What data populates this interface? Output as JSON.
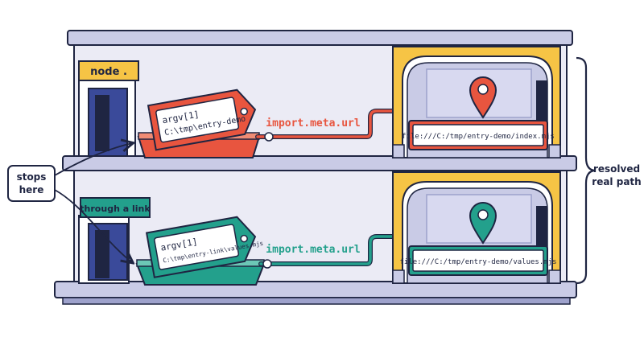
{
  "colors": {
    "outline": "#1f2542",
    "wall": "#ebebf5",
    "slab": "#c9cbe6",
    "slab_dark": "#9ea2cc",
    "accent_red": "#e8553f",
    "accent_teal": "#23a08c",
    "label_yellow": "#f6c445",
    "arch_yellow": "#f6c445",
    "door_blue": "#3a4a9a"
  },
  "top_floor": {
    "door_label": "node .",
    "tag_line1": "argv[1]",
    "tag_line2": "C:\\tmp\\entry-demo",
    "wire_label": "import.meta.url",
    "screen_text": "file:///C:/tmp/entry-demo/index.mjs",
    "pin_icon": "map-pin-icon"
  },
  "bottom_floor": {
    "door_label": "through a link",
    "tag_line1": "argv[1]",
    "tag_line2": "C:\\tmp\\entry-link\\values.mjs",
    "wire_label": "import.meta.url",
    "screen_text": "file:///C:/tmp/entry-demo/values.mjs",
    "pin_icon": "map-pin-icon"
  },
  "callouts": {
    "stops_line1": "stops",
    "stops_line2": "here",
    "resolved_line1": "resolved",
    "resolved_line2": "real path"
  }
}
